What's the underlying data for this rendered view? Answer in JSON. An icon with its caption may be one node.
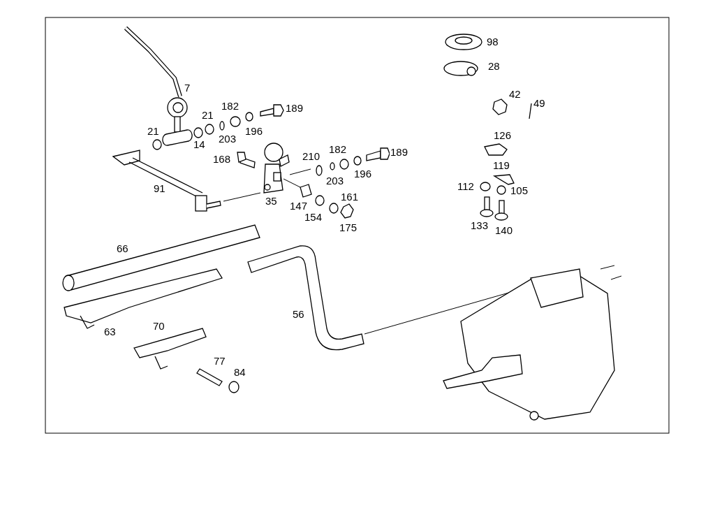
{
  "diagram": {
    "labels": [
      "98",
      "28",
      "7",
      "42",
      "49",
      "182",
      "189",
      "21",
      "21",
      "196",
      "126",
      "203",
      "14",
      "182",
      "189",
      "210",
      "168",
      "119",
      "196",
      "203",
      "112",
      "91",
      "105",
      "161",
      "35",
      "147",
      "154",
      "133",
      "175",
      "140",
      "66",
      "56",
      "70",
      "63",
      "77",
      "84"
    ]
  }
}
